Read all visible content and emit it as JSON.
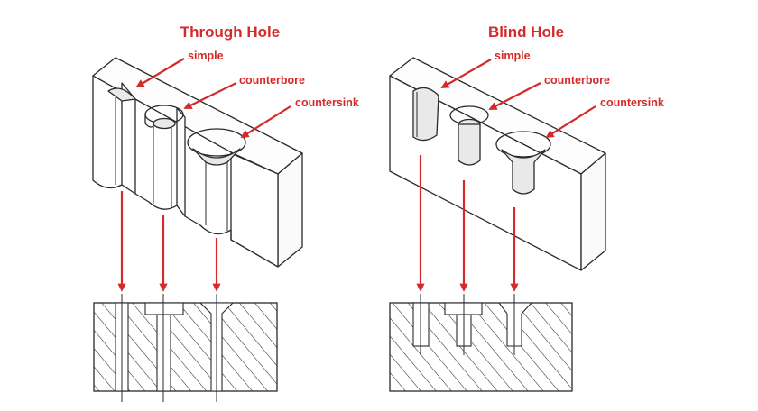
{
  "colors": {
    "accent": "#d42a2a",
    "line": "#2a2a2a",
    "background": "#ffffff"
  },
  "through_hole": {
    "title": "Through Hole",
    "labels": {
      "simple": "simple",
      "counterbore": "counterbore",
      "countersink": "countersink"
    }
  },
  "blind_hole": {
    "title": "Blind Hole",
    "labels": {
      "simple": "simple",
      "counterbore": "counterbore",
      "countersink": "countersink"
    }
  }
}
